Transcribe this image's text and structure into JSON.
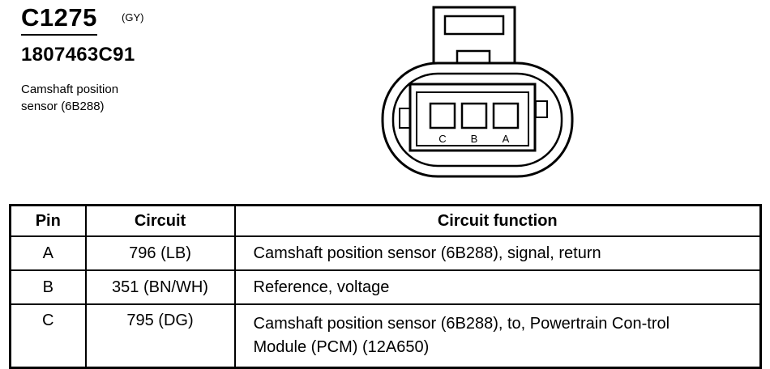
{
  "connector": {
    "id": "C1275",
    "color_code": "(GY)",
    "part_number": "1807463C91",
    "description_line1": "Camshaft position",
    "description_line2": "sensor (6B288)",
    "pin_labels": [
      "C",
      "B",
      "A"
    ]
  },
  "table": {
    "headers": {
      "pin": "Pin",
      "circuit": "Circuit",
      "function": "Circuit function"
    },
    "rows": [
      {
        "pin": "A",
        "circuit": "796 (LB)",
        "function": "Camshaft position sensor (6B288), signal, return"
      },
      {
        "pin": "B",
        "circuit": "351 (BN/WH)",
        "function": "Reference, voltage"
      },
      {
        "pin": "C",
        "circuit": "795 (DG)",
        "function": "Camshaft position sensor (6B288), to, Powertrain Con-trol Module (PCM) (12A650)"
      }
    ]
  }
}
